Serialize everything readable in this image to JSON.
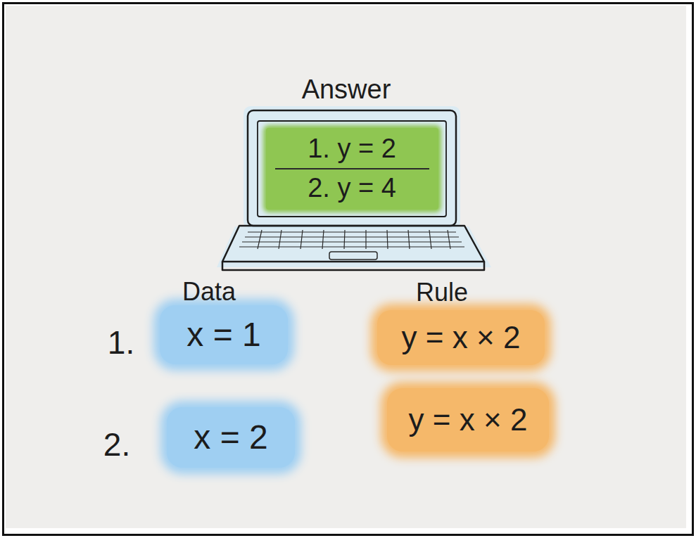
{
  "diagram": {
    "nodes": [
      {
        "text": [
          "1. y = 2",
          "2. y = 4"
        ]
      },
      {
        "text": [
          "x = 1"
        ]
      },
      {
        "text": [
          "y = x × 2"
        ]
      },
      {
        "text": [
          "x = 2"
        ]
      },
      {
        "text": [
          "y = x × 2"
        ]
      }
    ],
    "labels": [
      "Answer",
      "Data",
      "Rule",
      "1.",
      "2."
    ]
  }
}
